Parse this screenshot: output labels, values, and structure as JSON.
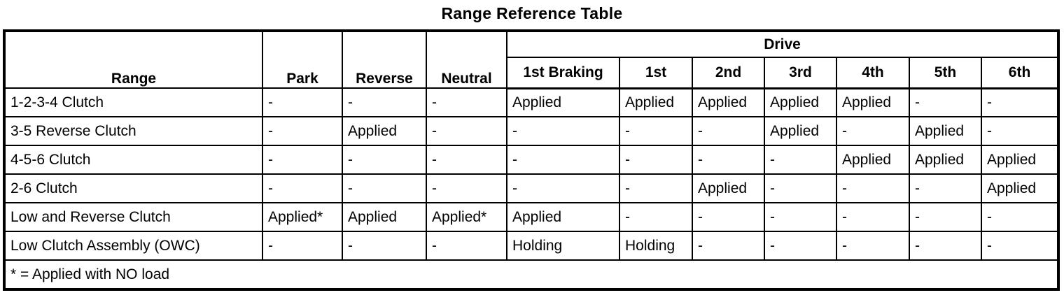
{
  "title": "Range Reference Table",
  "table": {
    "range_header": "Range",
    "static_columns": [
      "Park",
      "Reverse",
      "Neutral"
    ],
    "drive_header": "Drive",
    "drive_columns": [
      "1st Braking",
      "1st",
      "2nd",
      "3rd",
      "4th",
      "5th",
      "6th"
    ],
    "rows": [
      {
        "label": "1-2-3-4 Clutch",
        "values": [
          "-",
          "-",
          "-",
          "Applied",
          "Applied",
          "Applied",
          "Applied",
          "Applied",
          "-",
          "-"
        ]
      },
      {
        "label": "3-5 Reverse Clutch",
        "values": [
          "-",
          "Applied",
          "-",
          "-",
          "-",
          "-",
          "Applied",
          "-",
          "Applied",
          "-"
        ]
      },
      {
        "label": "4-5-6 Clutch",
        "values": [
          "-",
          "-",
          "-",
          "-",
          "-",
          "-",
          "-",
          "Applied",
          "Applied",
          "Applied"
        ]
      },
      {
        "label": "2-6 Clutch",
        "values": [
          "-",
          "-",
          "-",
          "-",
          "-",
          "Applied",
          "-",
          "-",
          "-",
          "Applied"
        ]
      },
      {
        "label": "Low and Reverse Clutch",
        "values": [
          "Applied*",
          "Applied",
          "Applied*",
          "Applied",
          "-",
          "-",
          "-",
          "-",
          "-",
          "-"
        ]
      },
      {
        "label": "Low Clutch Assembly (OWC)",
        "values": [
          "-",
          "-",
          "-",
          "Holding",
          "Holding",
          "-",
          "-",
          "-",
          "-",
          "-"
        ]
      }
    ],
    "footnote": "* = Applied with NO load"
  }
}
